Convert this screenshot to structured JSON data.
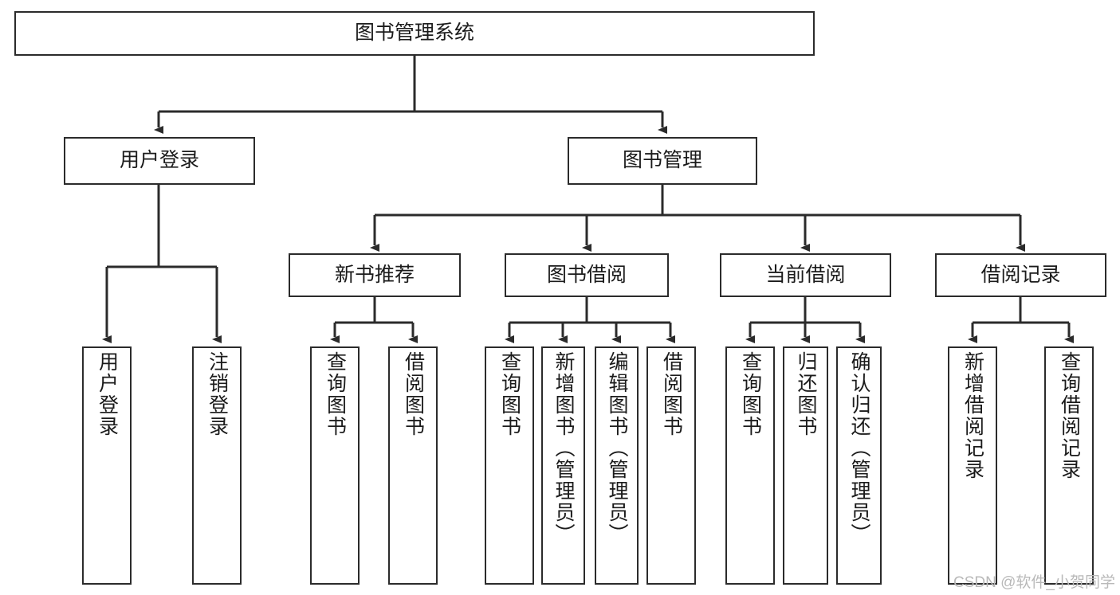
{
  "diagram": {
    "type": "hierarchy-tree",
    "title": "图书管理系统",
    "orientation": "top-down",
    "levels": 4,
    "root": {
      "label": "图书管理系统"
    },
    "level2": [
      {
        "label": "用户登录"
      },
      {
        "label": "图书管理"
      }
    ],
    "level3": [
      {
        "label": "新书推荐"
      },
      {
        "label": "图书借阅"
      },
      {
        "label": "当前借阅"
      },
      {
        "label": "借阅记录"
      }
    ],
    "leaves": {
      "user_login": [
        {
          "label": "用户登录"
        },
        {
          "label": "注销登录"
        }
      ],
      "new_book_recommend": [
        {
          "label": "查询图书"
        },
        {
          "label": "借阅图书"
        }
      ],
      "book_borrow": [
        {
          "label": "查询图书"
        },
        {
          "label": "新增图书（管理员）"
        },
        {
          "label": "编辑图书（管理员）"
        },
        {
          "label": "借阅图书"
        }
      ],
      "current_borrow": [
        {
          "label": "查询图书"
        },
        {
          "label": "归还图书"
        },
        {
          "label": "确认归还（管理员）"
        }
      ],
      "borrow_record": [
        {
          "label": "新增借阅记录"
        },
        {
          "label": "查询借阅记录"
        }
      ]
    }
  },
  "watermark": {
    "text": "CSDN @软件_小贺同学"
  },
  "colors": {
    "stroke": "#2b2b2b",
    "fill": "#ffffff",
    "text": "#1b1b1b",
    "watermark": "#b9b9b9"
  }
}
